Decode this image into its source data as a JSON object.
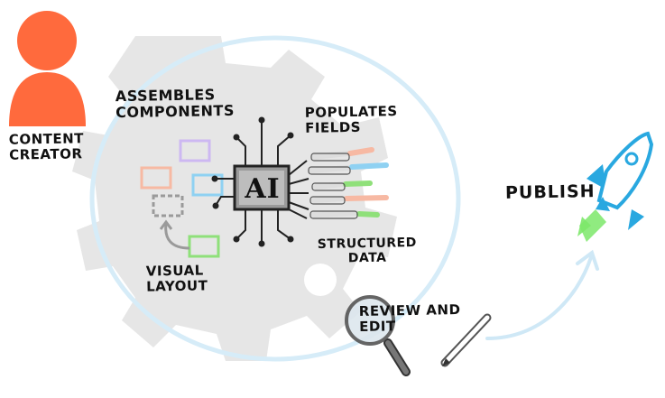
{
  "labels": {
    "content_creator": "Content\nCreator",
    "assembles_components": "Assembles\nComponents",
    "populates_fields": "Populates\nFields",
    "structured_data": "Structured\nData",
    "visual_layout": "Visual\nLayout",
    "review_and_edit": "Review and\nEdit",
    "publish": "Publish",
    "ai": "AI"
  },
  "colors": {
    "person": "#ff6a3d",
    "cycle_ring": "#d6ecf8",
    "gear": "#e6e6e6",
    "chip": "#9a9a9a",
    "rocket": "#29a8e0",
    "flame": "#7de86a",
    "arrow": "#cfe8f6",
    "lavender": "#cdb8f2",
    "salmon": "#f7b9a3",
    "light_blue": "#8fd1f2",
    "green": "#8fe07a",
    "grey_dashed": "#9a9a9a"
  },
  "icons": [
    "person-icon",
    "gear-icon",
    "ai-chip-icon",
    "rocket-icon",
    "magnifier-icon",
    "pencil-icon"
  ]
}
